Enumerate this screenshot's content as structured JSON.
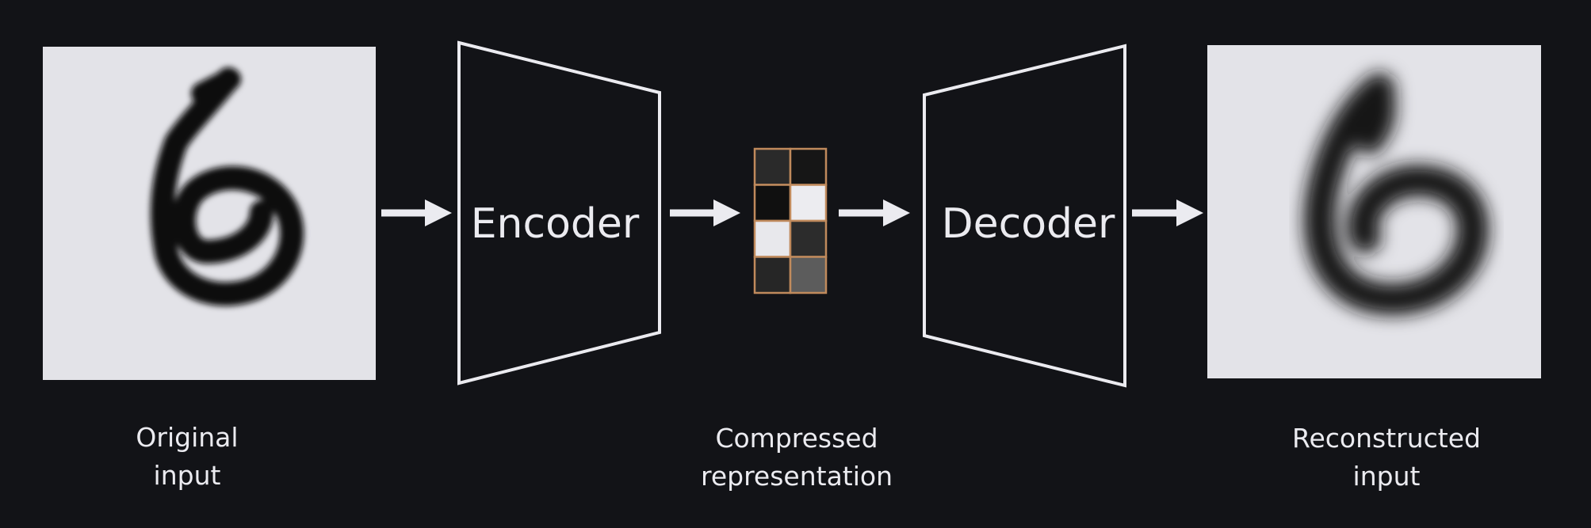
{
  "diagram": {
    "background_color": "#121317",
    "line_color": "#ebebf0",
    "panel_color": "#e3e3e8",
    "encoder_label": "Encoder",
    "decoder_label": "Decoder",
    "original_caption": [
      "Original",
      "input"
    ],
    "compressed_caption": [
      "Compressed",
      "representation"
    ],
    "reconstructed_caption": [
      "Reconstructed",
      "input"
    ],
    "latent_grid": {
      "border_color": "#c08a5c",
      "cell_colors": [
        "#2a2a2a",
        "#161616",
        "#101010",
        "#ececf0",
        "#e8e8ec",
        "#2c2c2c",
        "#262626",
        "#5c5c5c"
      ]
    },
    "original_image": "handwritten-digit-six",
    "reconstructed_image": "blurred-digit-six"
  }
}
